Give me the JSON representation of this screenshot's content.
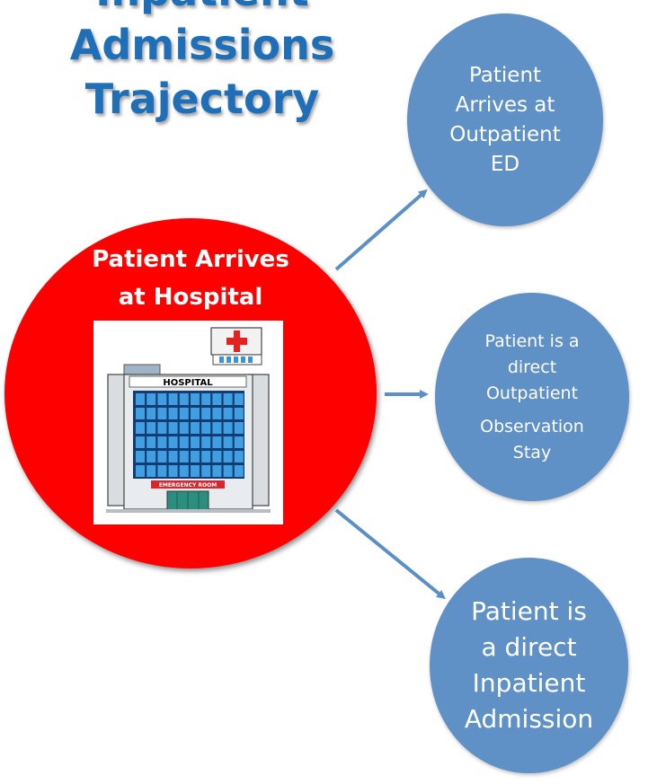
{
  "title": {
    "lines": [
      "Inpatient",
      "Admissions",
      "Trajectory"
    ]
  },
  "main_node": {
    "lines": [
      "Patient Arrives",
      "at Hospital"
    ],
    "color": "#ff0000"
  },
  "hospital_image": {
    "icon": "hospital-building-icon",
    "sign": "HOSPITAL",
    "emergency_sign": "EMERGENCY ROOM"
  },
  "outcomes": [
    {
      "lines": [
        "Patient",
        "Arrives at",
        "Outpatient",
        "ED"
      ]
    },
    {
      "lines": [
        "Patient is a",
        "direct",
        "Outpatient",
        "Observation",
        "Stay"
      ]
    },
    {
      "lines": [
        "Patient is",
        "a direct",
        "Inpatient",
        "Admission"
      ]
    }
  ],
  "colors": {
    "title": "#1f6fb8",
    "outcome_node": "#5f91c6",
    "arrow": "#5b8fc8"
  }
}
